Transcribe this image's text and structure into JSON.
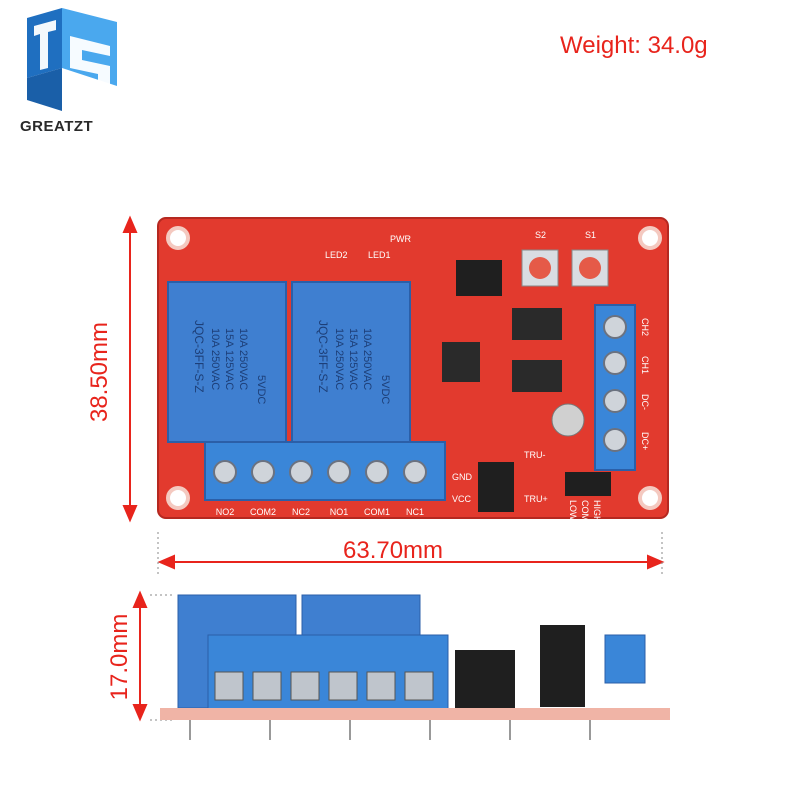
{
  "brand": {
    "name": "GREATZT"
  },
  "weight": {
    "label": "Weight: 34.0g"
  },
  "dimensions": {
    "width": "63.70mm",
    "length": "38.50mm",
    "height": "17.0mm"
  },
  "relays": [
    {
      "lines": [
        "JQC-3FF-S-Z",
        "10A 250VAC",
        "15A 125VAC",
        "10A 250VAC",
        "5VDC"
      ]
    },
    {
      "lines": [
        "JQC-3FF-S-Z",
        "10A 250VAC",
        "15A 125VAC",
        "10A 250VAC",
        "5VDC"
      ]
    }
  ],
  "terminal_labels": [
    "NO2",
    "COM2",
    "NC2",
    "NO1",
    "COM1",
    "NC1"
  ],
  "input_terminal_labels": [
    "CH2",
    "CH1",
    "DC-",
    "DC+"
  ],
  "board_labels": {
    "gnd": "GND",
    "vcc": "VCC",
    "tru_minus": "TRU-",
    "tru_plus": "TRU+",
    "low": "LOW",
    "com": "COM",
    "high": "HIGH",
    "s1": "S1",
    "s2": "S2",
    "power": "PWR",
    "led1": "LED1",
    "led2": "LED2"
  },
  "colors": {
    "pcb_red": "#e23a2e",
    "relay_blue": "#3f7fd0",
    "dim_red": "#e8241c",
    "logo_blue": "#2a86d6"
  }
}
